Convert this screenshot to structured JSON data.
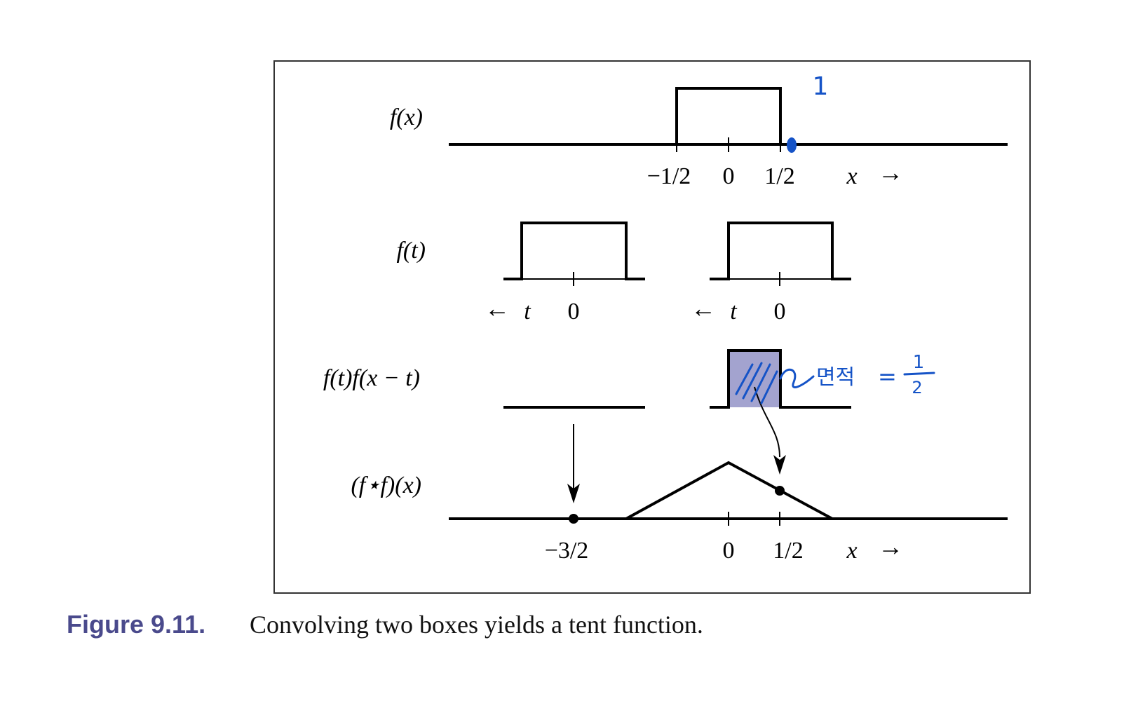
{
  "figure": {
    "caption_label": "Figure 9.11.",
    "caption_text": "Convolving two boxes yields a tent function.",
    "colors": {
      "caption_label": "#4a4a8c",
      "line": "#000000",
      "shaded_area": "#a3a3cf",
      "handwriting": "#1553c7"
    }
  },
  "rows": {
    "fx": {
      "label": "f(x)",
      "ticks": [
        "−1/2",
        "0",
        "1/2"
      ],
      "axis_var": "x",
      "arrow": "→"
    },
    "ft": {
      "label": "f(t)",
      "left": {
        "arrow": "←",
        "var": "t",
        "zero": "0"
      },
      "right": {
        "arrow": "←",
        "var": "t",
        "zero": "0"
      }
    },
    "product": {
      "label": "f(t)f(x − t)"
    },
    "conv": {
      "label": "(f⋆f)(x)",
      "ticks": [
        "−3/2",
        "0",
        "1/2"
      ],
      "axis_var": "x",
      "arrow": "→"
    }
  },
  "annotations": {
    "height_note": "1",
    "area_note_word": "면적",
    "area_note_equals": "=",
    "area_note_numerator": "1",
    "area_note_denominator": "2"
  }
}
